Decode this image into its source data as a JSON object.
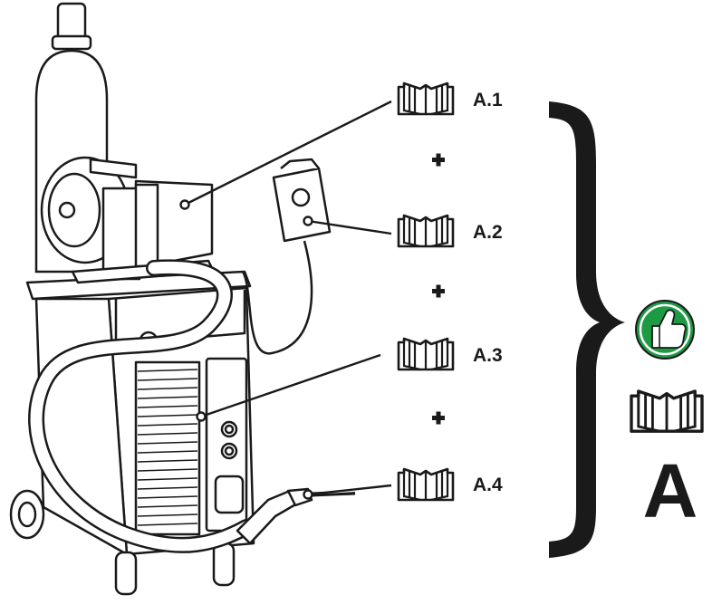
{
  "labels": {
    "a1": "A.1",
    "a2": "A.2",
    "a3": "A.3",
    "a4": "A.4",
    "summary": "A"
  },
  "icons": [
    "manual-book-icon",
    "plus-icon",
    "thumbs-up-icon",
    "curly-brace-icon"
  ],
  "colors": {
    "ink": "#1a1a1a",
    "approval_green": "#1e9a45",
    "approval_ring": "#ffffff"
  }
}
